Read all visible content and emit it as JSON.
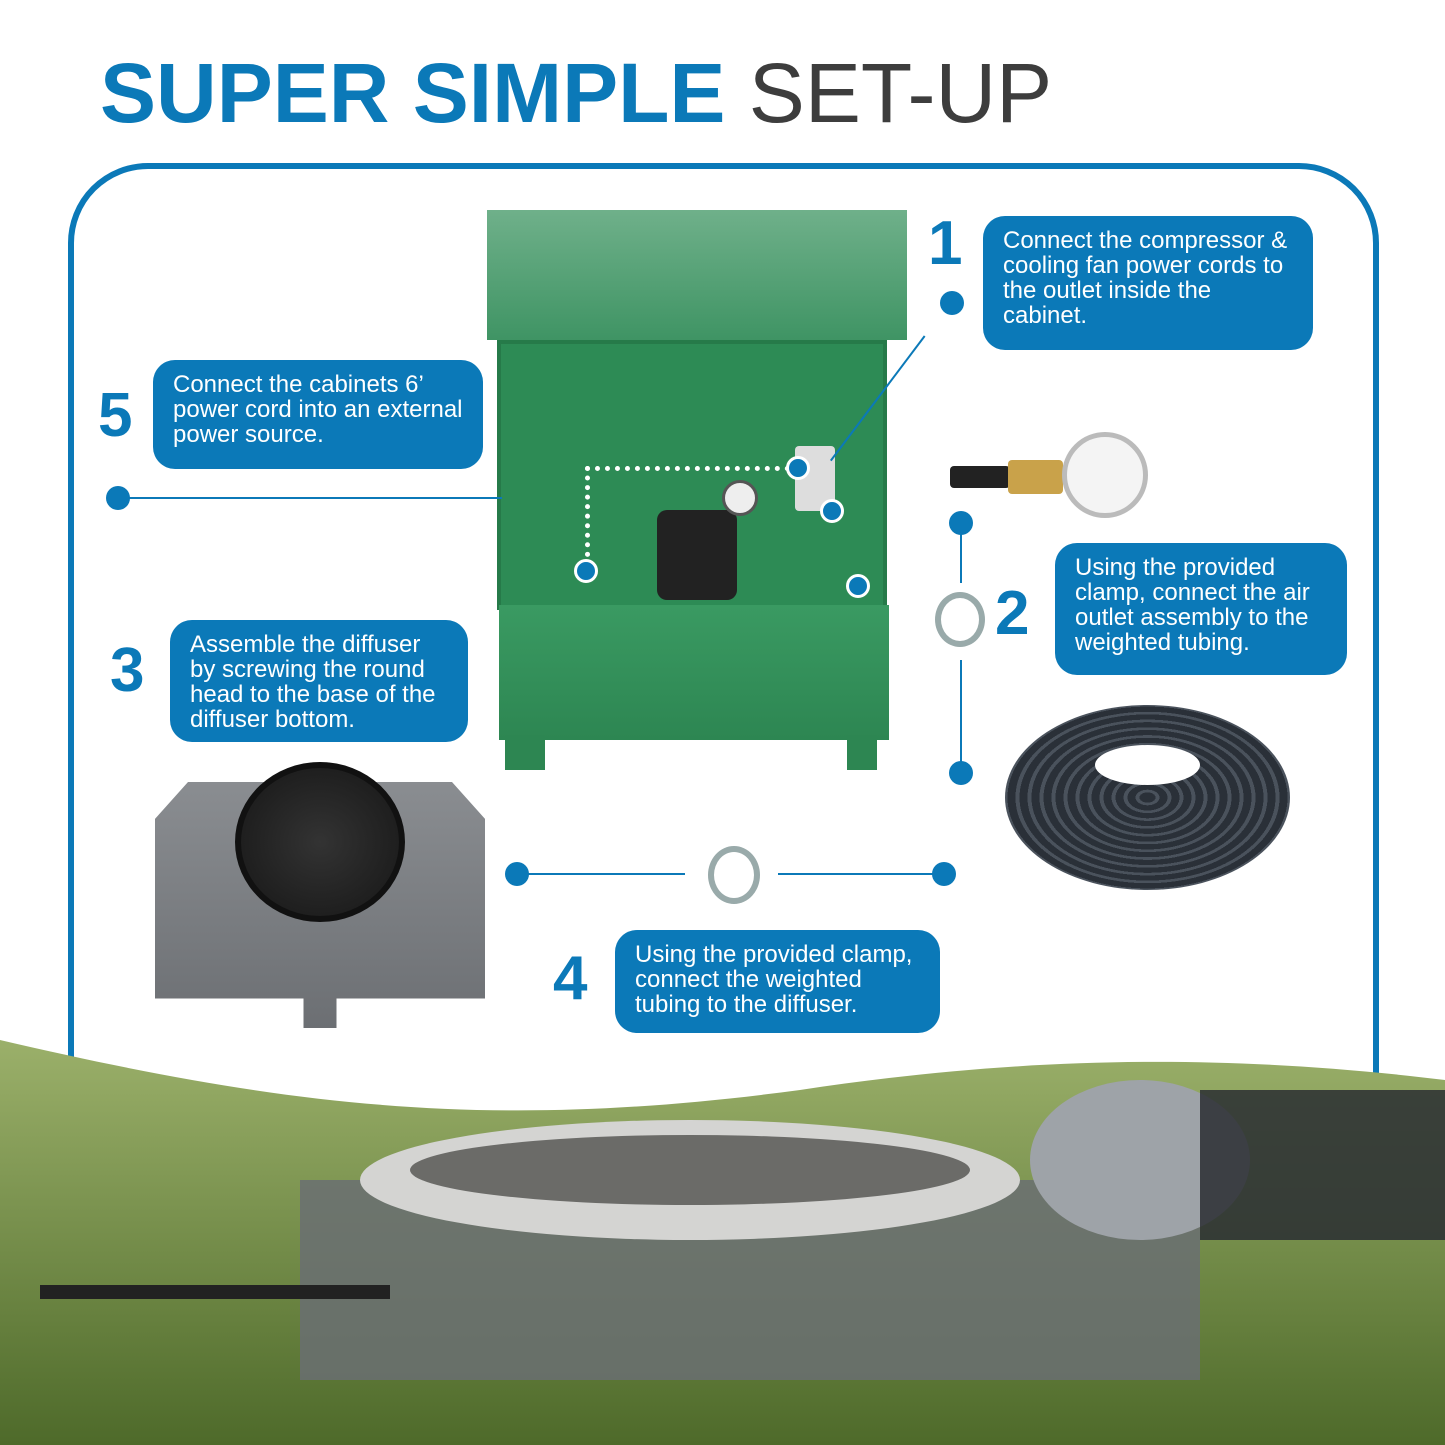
{
  "title": {
    "bold": "SUPER SIMPLE",
    "light": "SET-UP"
  },
  "steps": [
    {
      "number": "1",
      "text": "Connect the compressor & cooling fan power cords to the outlet inside the cabinet."
    },
    {
      "number": "2",
      "text": "Using the provided clamp, connect the air outlet assembly to the weighted tubing."
    },
    {
      "number": "3",
      "text": "Assemble the diffuser by screwing the round head to the base of the diffuser bottom."
    },
    {
      "number": "4",
      "text": "Using the provided clamp, connect the weighted tubing to the diffuser."
    },
    {
      "number": "5",
      "text": "Connect the cabinets 6’ power cord into an external power source."
    }
  ],
  "colors": {
    "accent": "#0b79b8",
    "cabinet": "#2f8a57"
  }
}
